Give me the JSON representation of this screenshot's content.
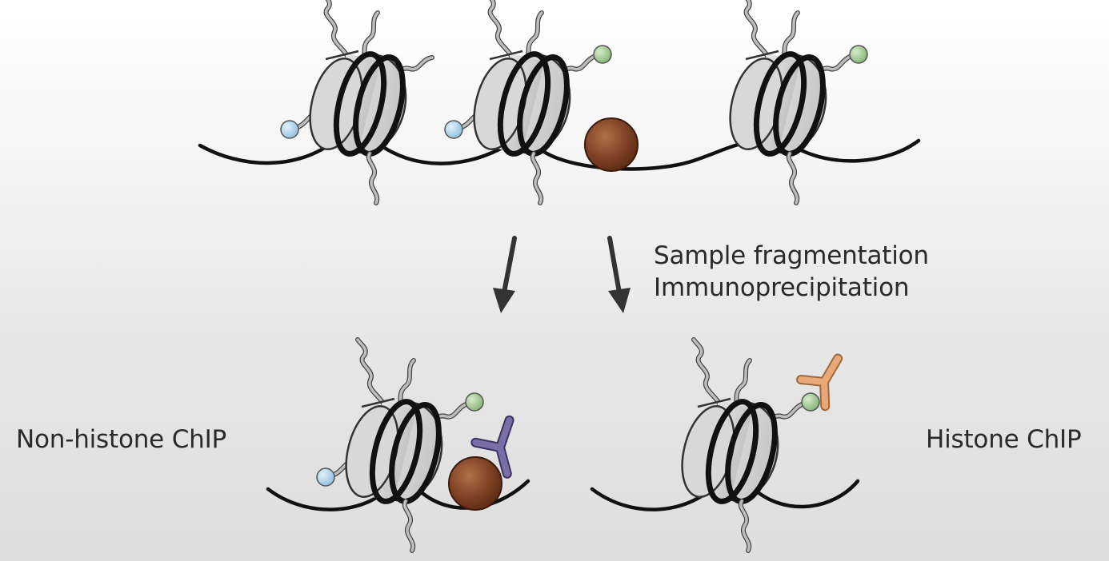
{
  "labels": {
    "step_line1": "Sample fragmentation",
    "step_line2": "Immunoprecipitation",
    "left_result": "Non-histone ChIP",
    "right_result": "Histone ChIP"
  },
  "colors": {
    "dna": "#111111",
    "histone_core": "#cfcfcf",
    "histone_tail": "#8a8a8a",
    "blue_mark": "#9fcbe4",
    "green_mark": "#9cc28e",
    "protein": "#7a3f22",
    "antibody_purple": "#7a6ea6",
    "antibody_orange": "#e8a877",
    "arrow": "#333333"
  },
  "icons": {
    "nucleosome": "nucleosome-icon",
    "dna_binding_protein": "protein-icon",
    "antibody": "antibody-icon",
    "arrow": "arrow-down-icon"
  }
}
